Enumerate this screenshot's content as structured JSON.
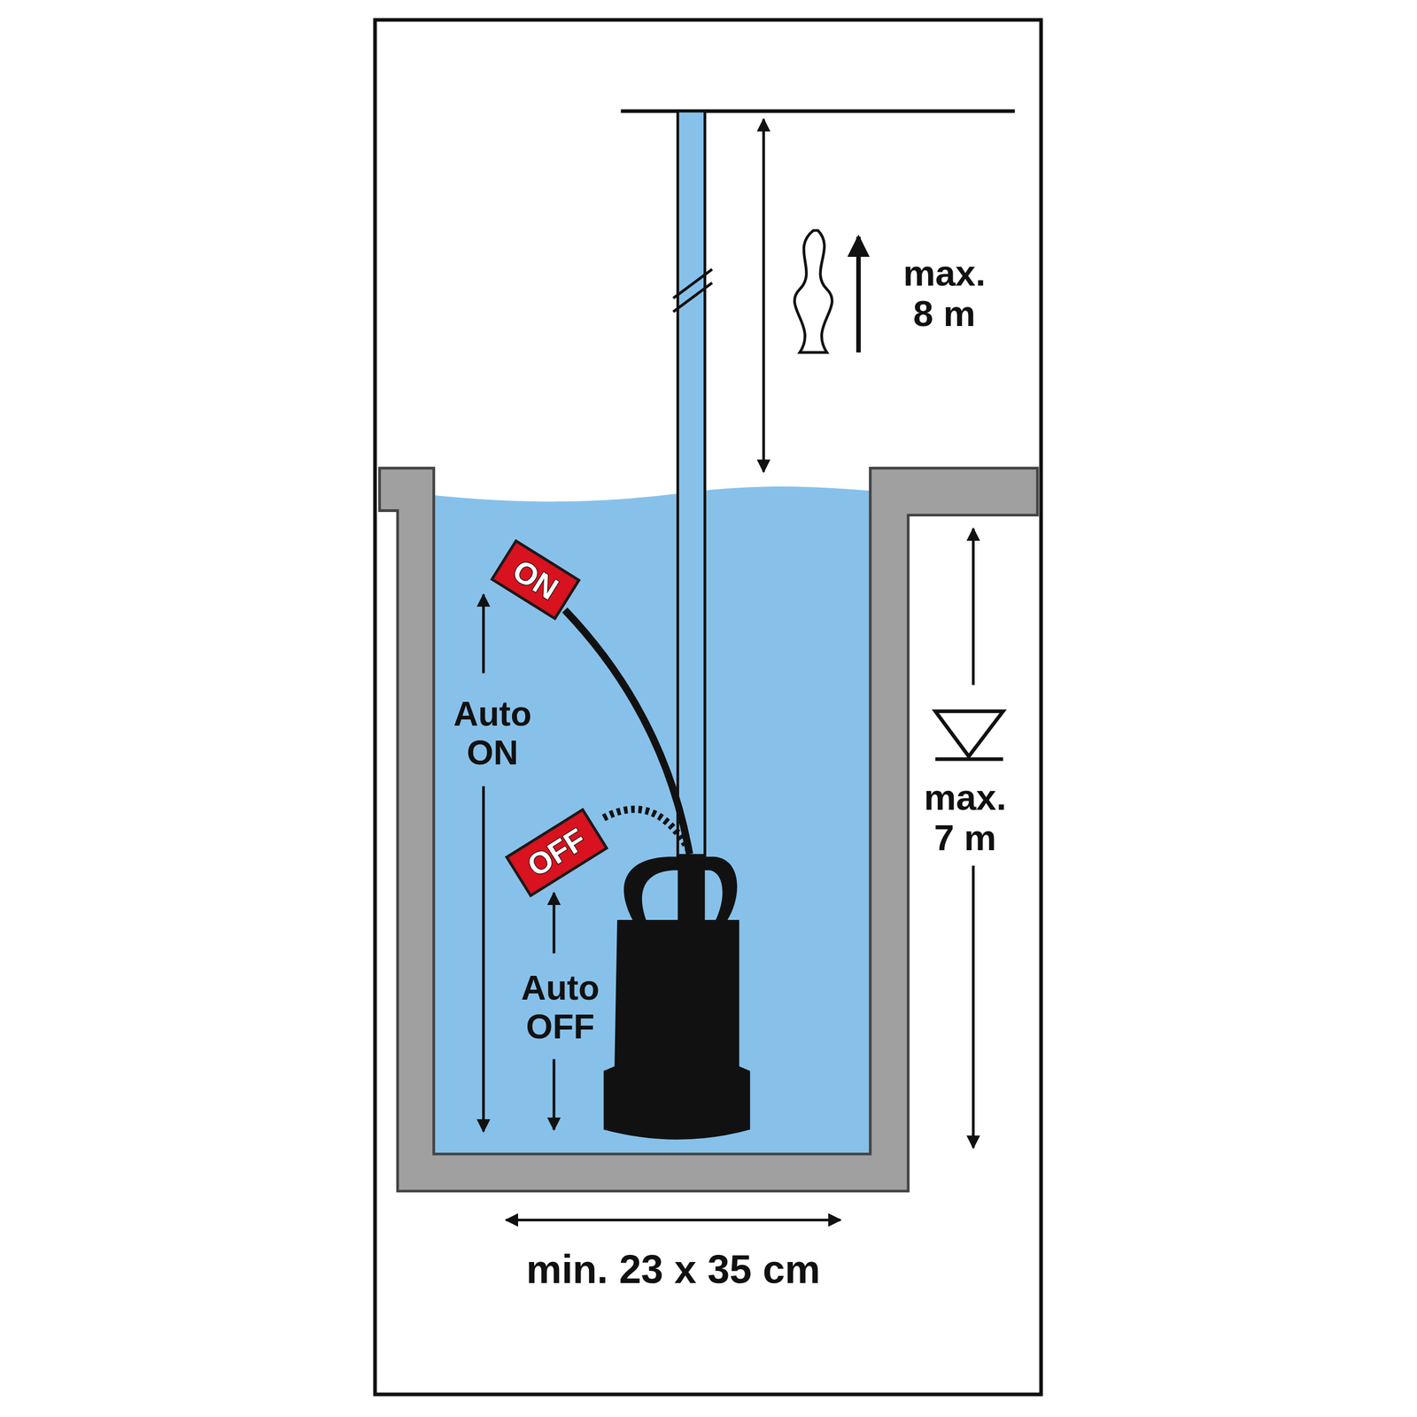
{
  "diagram": {
    "nodes": [
      {
        "text": [
          "ON"
        ]
      },
      {
        "text": [
          "OFF"
        ]
      }
    ],
    "labels": [
      "max. 8 m",
      "Auto ON",
      "Auto OFF",
      "max. 7 m",
      "min. 23 x 35 cm"
    ]
  }
}
